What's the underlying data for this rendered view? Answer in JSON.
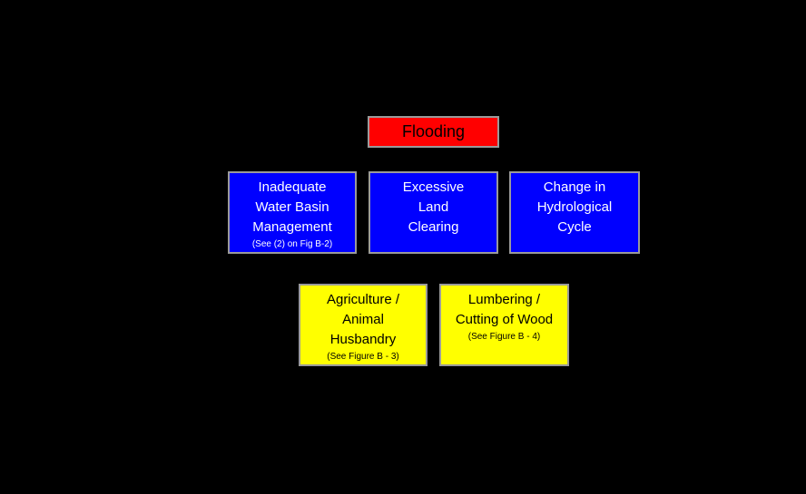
{
  "page": {
    "background_color": "#000000",
    "box_border_color": "#9a9a9a"
  },
  "colors": {
    "effect_box_bg": "#ff0000",
    "cause_box_bg": "#0000ff",
    "activity_box_bg": "#ffff00",
    "cause_text": "#ffffff",
    "effect_text": "#000000",
    "activity_text": "#000000"
  },
  "nodes": {
    "flooding": {
      "label": "Flooding"
    },
    "water_basin": {
      "lines": [
        "Inadequate",
        "Water Basin",
        "Management"
      ],
      "caption": "(See (2) on Fig B-2)"
    },
    "land_clearing": {
      "lines": [
        "Excessive",
        "Land",
        "Clearing"
      ]
    },
    "hydrological": {
      "lines": [
        "Change in",
        "Hydrological",
        "Cycle"
      ]
    },
    "agriculture": {
      "lines": [
        "Agriculture /",
        "Animal",
        "Husbandry"
      ],
      "caption": "(See Figure B - 3)"
    },
    "lumbering": {
      "lines": [
        "Lumbering /",
        "Cutting of Wood"
      ],
      "caption": "(See Figure B - 4)"
    }
  }
}
